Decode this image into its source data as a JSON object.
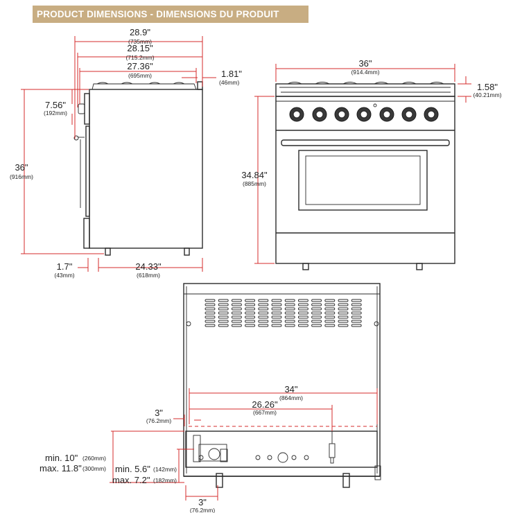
{
  "header": {
    "title": "PRODUCT DIMENSIONS - DIMENSIONS DU PRODUIT"
  },
  "side_view": {
    "depth_overall": {
      "value": "28.9\"",
      "metric": "(735mm)"
    },
    "depth_body": {
      "value": "28.15\"",
      "metric": "(715.2mm)"
    },
    "depth_cabinet": {
      "value": "27.36\"",
      "metric": "(695mm)"
    },
    "backguard": {
      "value": "1.81\"",
      "metric": "(46mm)"
    },
    "knob_projection": {
      "value": "7.56\"",
      "metric": "(192mm)"
    },
    "height": {
      "value": "36\"",
      "metric": "(916mm)"
    },
    "toe_kick": {
      "value": "1.7\"",
      "metric": "(43mm)"
    },
    "leg_span": {
      "value": "24.33\"",
      "metric": "(618mm)"
    }
  },
  "front_view": {
    "width": {
      "value": "36\"",
      "metric": "(914.4mm)"
    },
    "grate_height": {
      "value": "1.58\"",
      "metric": "(40.21mm)"
    },
    "height": {
      "value": "34.84\"",
      "metric": "(885mm)"
    }
  },
  "rear_view": {
    "gas_span": {
      "value": "34\"",
      "metric": "(864mm)"
    },
    "gas_inlet": {
      "value": "26.26\"",
      "metric": "(667mm)"
    },
    "side_offset": {
      "value": "3\"",
      "metric": "(76.2mm)"
    },
    "elec_height_min": {
      "label": "min. 10\"",
      "metric": "(260mm)"
    },
    "elec_height_max": {
      "label": "max. 11.8\"",
      "metric": "(300mm)"
    },
    "gas_height_min": {
      "label": "min. 5.6\"",
      "metric": "(142mm)"
    },
    "gas_height_max": {
      "label": "max. 7.2\"",
      "metric": "(182mm)"
    },
    "bottom_offset": {
      "value": "3\"",
      "metric": "(76.2mm)"
    }
  }
}
